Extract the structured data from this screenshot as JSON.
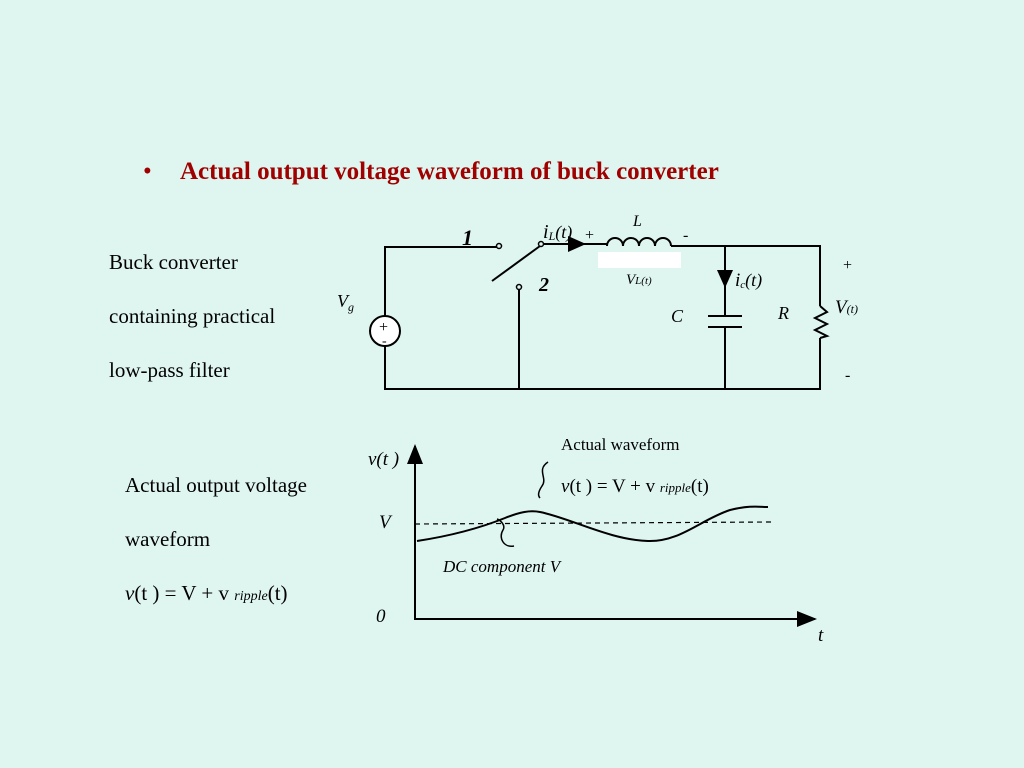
{
  "slide": {
    "bullet": "•",
    "title": "Actual output voltage waveform of buck converter"
  },
  "left_caption_1": {
    "line1": "Buck converter",
    "line2": "containing practical",
    "line3": "low-pass filter"
  },
  "left_caption_2": {
    "line1": "Actual output voltage",
    "line2": "waveform",
    "eq": {
      "v": "v",
      "t_open": "(t )",
      "eqV": " = V + v ",
      "ripple": "ripple",
      "t_close": "(t)"
    }
  },
  "circuit": {
    "switch_pos1": "1",
    "switch_pos2": "2",
    "source_label": "V",
    "source_sub": "g",
    "source_plus": "+",
    "source_minus": "-",
    "iL_i": "i",
    "iL_sub": "L",
    "iL_t": "(t)",
    "inductor_label": "L",
    "inductor_plus": "+",
    "inductor_minus": "-",
    "vL_main": "V",
    "vL_sub": "L(t)",
    "ic_i": "i",
    "ic_sub": "c",
    "ic_t": "(t)",
    "cap_label": "C",
    "res_label": "R",
    "out_plus": "+",
    "out_minus": "-",
    "out_main": "V",
    "out_sub": "(t)"
  },
  "waveform": {
    "yaxis_label": "v(t )",
    "V_tick": "V",
    "zero_tick": "0",
    "xaxis_label": "t",
    "annotation_actual": "Actual waveform",
    "eq": {
      "v": "v",
      "t_open": "(t )",
      "eqV": " = V + v ",
      "ripple": "ripple",
      "t_close": "(t)"
    },
    "annotation_dc": "DC component V"
  }
}
